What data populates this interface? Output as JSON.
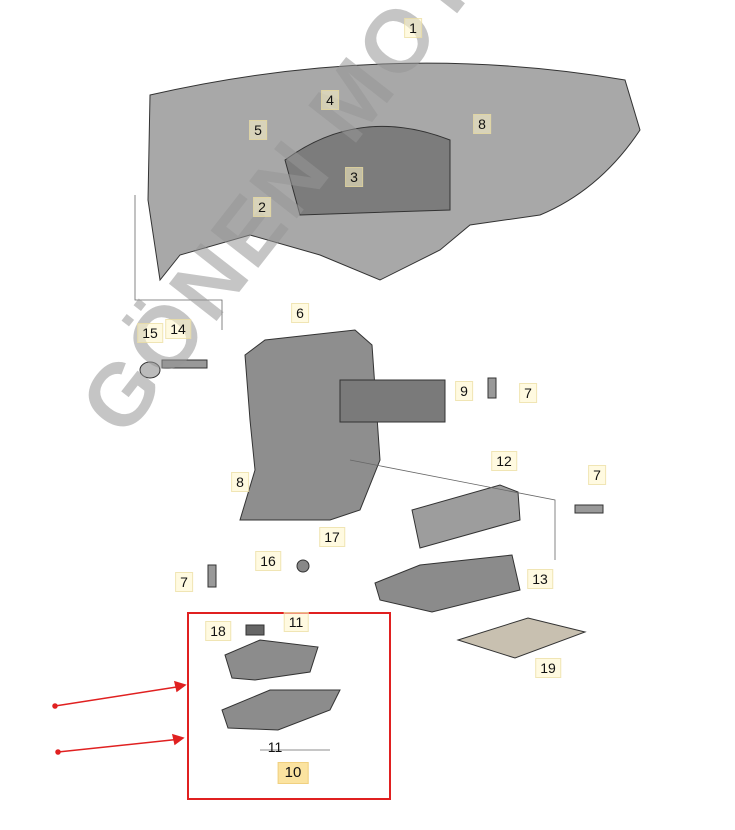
{
  "watermark": "GÖNEN MOTORS",
  "colors": {
    "highlight_box": "#e02020",
    "arrow": "#e02020",
    "label_bg": "#fbe3a0",
    "part_fill": "#8a8a8a"
  },
  "labels": {
    "l1": "1",
    "l2": "2",
    "l3": "3",
    "l4": "4",
    "l5": "5",
    "l6": "6",
    "l7a": "7",
    "l7b": "7",
    "l7c": "7",
    "l8a": "8",
    "l8b": "8",
    "l9": "9",
    "l10": "10",
    "l11a": "11",
    "l11b": "11",
    "l12": "12",
    "l13": "13",
    "l14": "14",
    "l15": "15",
    "l16": "16",
    "l17": "17",
    "l18": "18",
    "l19": "19"
  }
}
